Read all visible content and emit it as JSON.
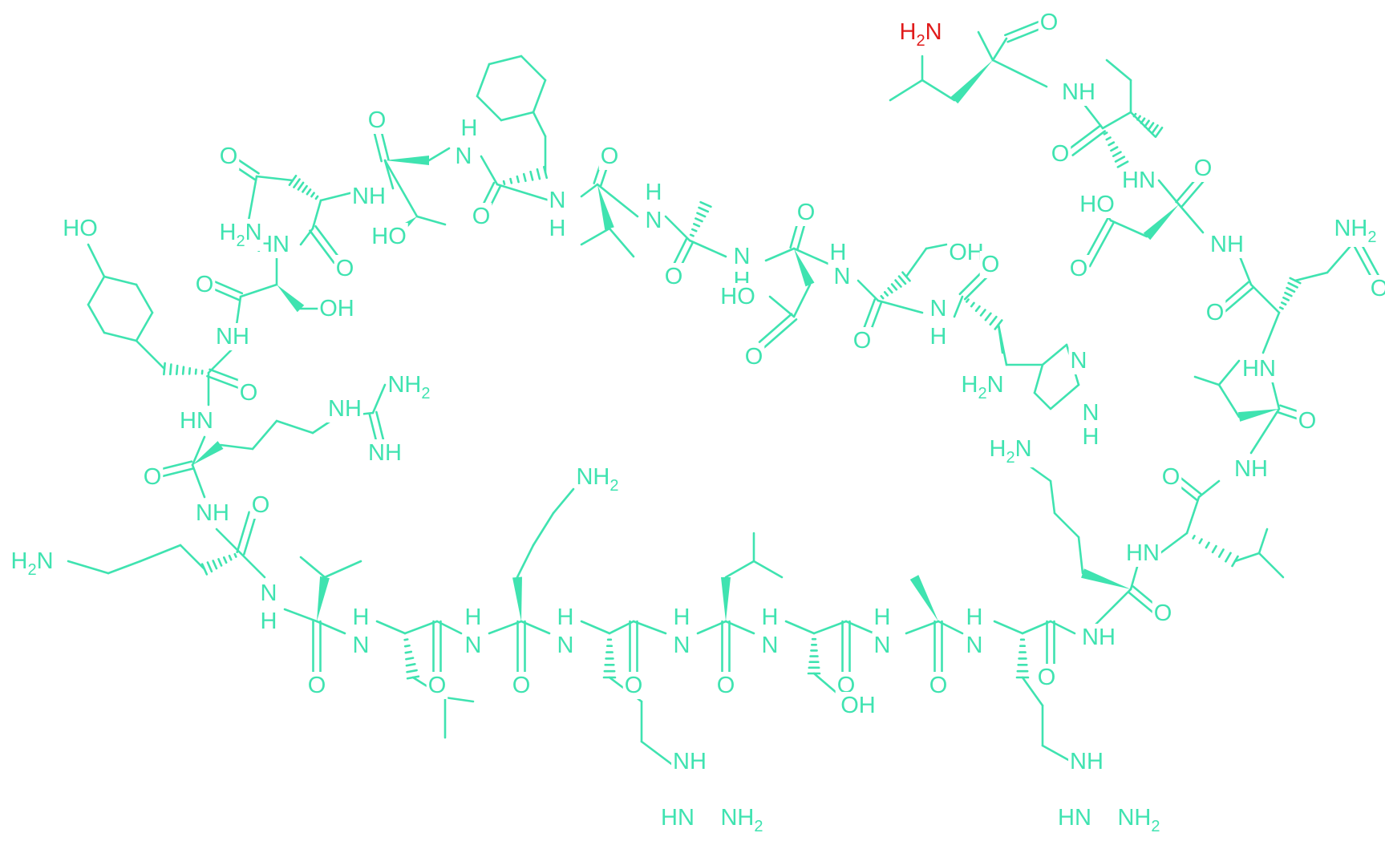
{
  "colors": {
    "structure": "#3fe3b0",
    "terminal_amide": "#e01b1b",
    "background": "#ffffff"
  },
  "atom_labels": {
    "terminal_amide": "H2N",
    "oxygen": "O",
    "amine_nh": "NH",
    "amine_hn": "HN",
    "amine_n": "N",
    "amine_h": "H",
    "amino": "NH2",
    "amino_left": "H2N",
    "imine": "HN",
    "hydroxyl": "OH",
    "hydroxyl_left": "HO"
  }
}
